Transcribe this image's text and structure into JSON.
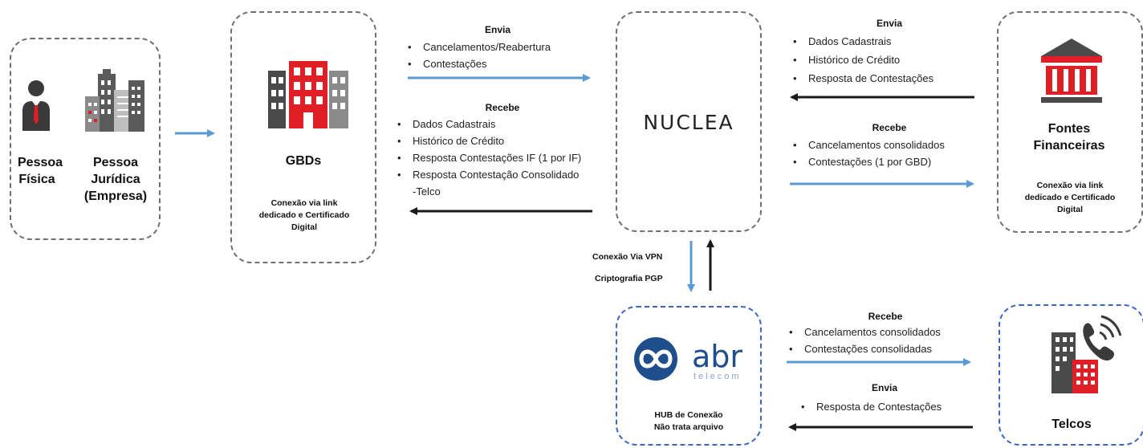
{
  "colors": {
    "blue_arrow": "#5b9bd5",
    "black_arrow": "#1a1a1a",
    "gray_border": "#707070",
    "blue_border": "#3d66c4",
    "red": "#e01e26",
    "dark_gray": "#4a4a4a",
    "light_gray": "#8a8a8a",
    "abr_blue": "#1e4f8c"
  },
  "pessoas": {
    "fisica": "Pessoa Física",
    "juridica": "Pessoa Jurídica (Empresa)"
  },
  "gbds": {
    "title": "GBDs",
    "conexao": "Conexão via link dedicado  e Certificado Digital"
  },
  "nuclea": {
    "logo": "NUCLEA"
  },
  "gbd_nuclea": {
    "envia_title": "Envia",
    "envia": [
      "Cancelamentos/Reabertura",
      "Contestações"
    ],
    "recebe_title": "Recebe",
    "recebe": [
      "Dados Cadastrais",
      "Histórico de Crédito",
      "Resposta Contestações IF (1 por IF)",
      "Resposta Contestação Consolidado",
      "-Telco"
    ]
  },
  "fontes_nuclea": {
    "envia_title": "Envia",
    "envia": [
      "Dados Cadastrais",
      "Histórico de Crédito",
      "Resposta de Contestações"
    ],
    "recebe_title": "Recebe",
    "recebe": [
      "Cancelamentos consolidados",
      "Contestações (1 por GBD)"
    ]
  },
  "fontes": {
    "title": "Fontes Financeiras",
    "conexao": "Conexão via link dedicado  e Certificado Digital"
  },
  "vpn": {
    "line1": "Conexão Via VPN",
    "line2": "Criptografia PGP"
  },
  "hub": {
    "brand": "abr",
    "brand_sub": "telecom",
    "title": "HUB de Conexão",
    "subtitle": "Não trata arquivo"
  },
  "hub_telcos": {
    "recebe_title": "Recebe",
    "recebe": [
      "Cancelamentos consolidados",
      "Contestações consolidadas"
    ],
    "envia_title": "Envia",
    "envia": [
      "Resposta de Contestações"
    ]
  },
  "telcos": {
    "title": "Telcos"
  }
}
